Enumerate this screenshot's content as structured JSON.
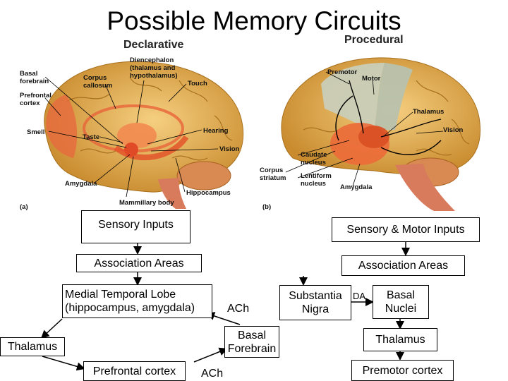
{
  "title": "Possible Memory Circuits",
  "panels": {
    "declarative": {
      "heading": "Declarative",
      "panel_tag": "(a)",
      "labels": {
        "basal_forebrain": [
          "Basal",
          "forebrain"
        ],
        "prefrontal": [
          "Prefrontal",
          "cortex"
        ],
        "corpus_callosum": [
          "Corpus",
          "callosum"
        ],
        "diencephalon": [
          "Diencephalon",
          "(thalamus and",
          "hypothalamus)"
        ],
        "touch": "Touch",
        "smell": "Smell",
        "taste": "Taste",
        "hearing": "Hearing",
        "vision": "Vision",
        "amygdala": "Amygdala",
        "hippocampus": "Hippocampus",
        "mammillary": "Mammillary body"
      }
    },
    "procedural": {
      "heading": "Procedural",
      "panel_tag": "(b)",
      "labels": {
        "premotor": "Premotor",
        "motor": "Motor",
        "thalamus": "Thalamus",
        "vision": "Vision",
        "caudate": [
          "Caudate",
          "nucleus"
        ],
        "corpus_striatum": [
          "Corpus",
          "striatum"
        ],
        "lentiform": [
          "Lentiform",
          "nucleus"
        ],
        "amygdala": "Amygdala"
      }
    }
  },
  "circuit": {
    "left": {
      "sensory_inputs": "Sensory Inputs",
      "association_areas": "Association Areas",
      "medial_temporal": [
        "Medial Temporal Lobe",
        "(hippocampus, amygdala)"
      ],
      "ach_upper": "ACh",
      "basal_forebrain": [
        "Basal",
        "Forebrain"
      ],
      "thalamus": "Thalamus",
      "prefrontal_cortex": "Prefrontal cortex",
      "ach_lower": "ACh"
    },
    "right": {
      "sensory_motor_inputs": "Sensory & Motor Inputs",
      "association_areas": "Association Areas",
      "substantia_nigra": [
        "Substantia",
        "Nigra"
      ],
      "da": "DA",
      "basal_nuclei": [
        "Basal",
        "Nuclei"
      ],
      "thalamus": "Thalamus",
      "premotor_cortex": "Premotor cortex"
    }
  },
  "colors": {
    "cortex": "#d9a03c",
    "cortex_light": "#efc068",
    "limbic": "#e8643a",
    "motor_area": "#c9cdb8",
    "cerebellum": "#d88a52",
    "brainstem": "#d87a5c"
  }
}
